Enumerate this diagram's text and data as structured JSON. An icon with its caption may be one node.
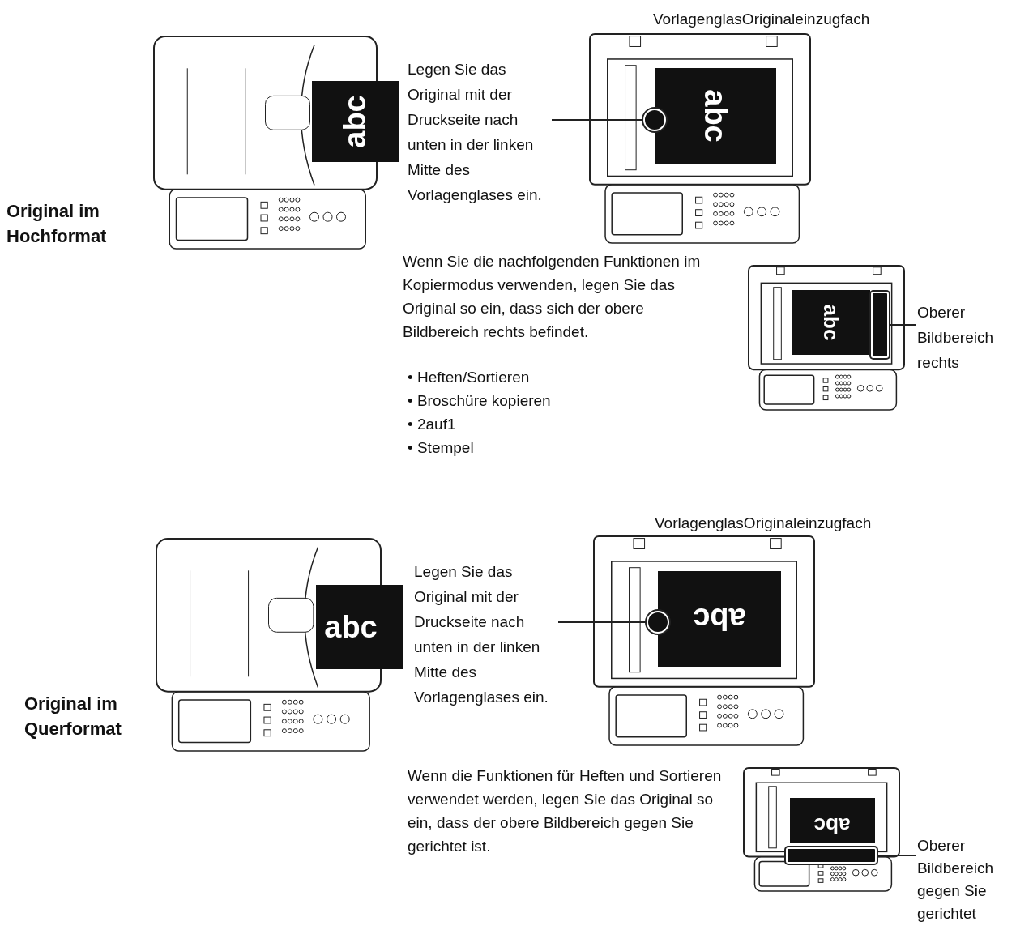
{
  "diagram": {
    "nodes": [
      {
        "text": [
          "Legen Sie das Original mit der Druckseite nach unten in der linken Mitte des Vorlagenglases ein."
        ]
      },
      {
        "text": [],
        "shape": "circle"
      },
      {
        "text": [
          "Oberer Bildbereich rechts"
        ]
      },
      {
        "text": [],
        "shape": "bar"
      },
      {
        "text": [
          "Legen Sie das Original mit der Druckseite nach unten in der linken Mitte des Vorlagenglases ein."
        ]
      },
      {
        "text": [],
        "shape": "circle"
      },
      {
        "text": [
          "Oberer Bildbereich gegen Sie gerichtet"
        ]
      },
      {
        "text": [],
        "shape": "bar"
      }
    ],
    "edges": [
      {
        "from": 0,
        "to": 1,
        "arrow": "none"
      },
      {
        "from": 2,
        "to": 3,
        "arrow": "none"
      },
      {
        "from": 4,
        "to": 5,
        "arrow": "none"
      },
      {
        "from": 6,
        "to": 7,
        "arrow": "none"
      }
    ],
    "labels": [
      "VorlagenglasOriginaleinzugfach",
      "abc",
      "abc",
      "Original im Hochformat",
      "Wenn Sie die nachfolgenden Funktionen im Kopiermodus verwenden, legen Sie das Original so ein, dass sich der obere Bildbereich rechts befindet.",
      "• Heften/Sortieren",
      "• Broschüre kopieren",
      "• 2auf1",
      "• Stempel",
      "abc",
      "VorlagenglasOriginaleinzugfach",
      "abc",
      "abc",
      "Original im Querformat",
      "Wenn die Funktionen für Heften und Sortieren verwendet werden, legen Sie das Original so ein, dass der obere Bildbereich gegen Sie gerichtet ist.",
      "abc"
    ]
  }
}
